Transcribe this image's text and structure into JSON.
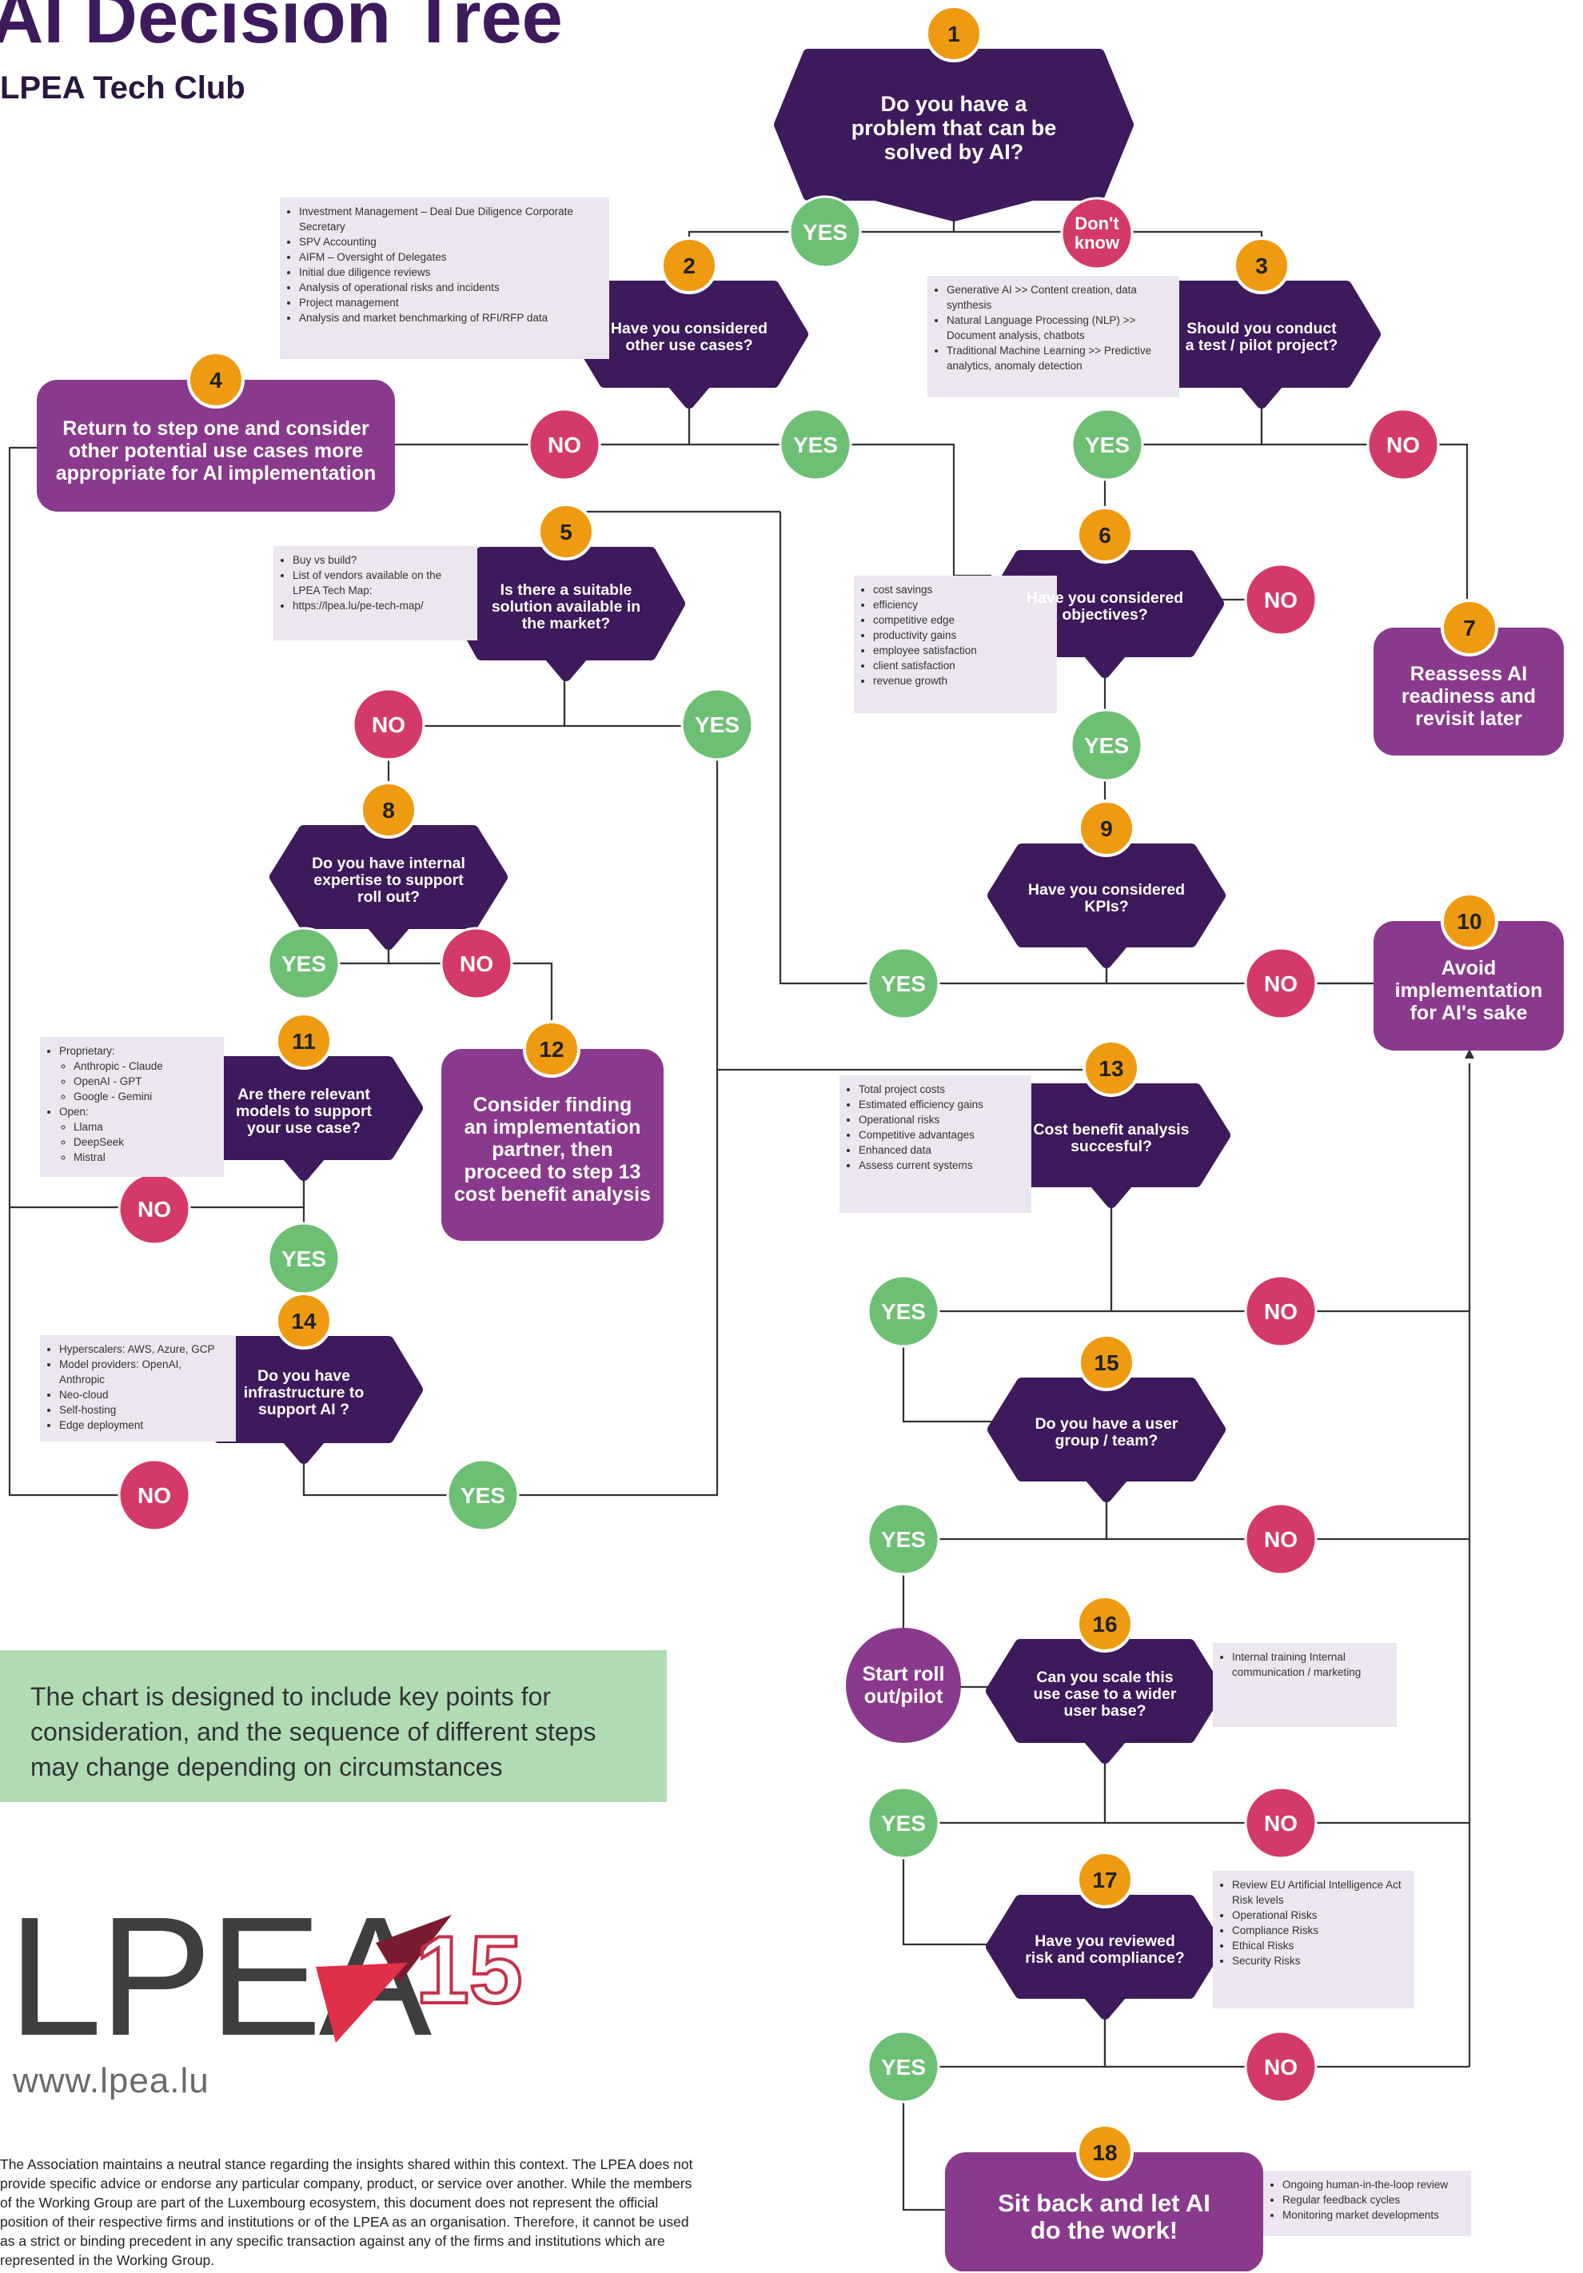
{
  "header": {
    "title": "AI Decision Tree",
    "subtitle": "LPEA Tech Club"
  },
  "colors": {
    "question": "#3c1a5b",
    "box": "#8a3a8c",
    "badge": "#ee9b11",
    "yes": "#6dbf74",
    "no": "#d33a68",
    "line": "#333333",
    "note_bg": "#ebe6ef",
    "info_bg": "#b0dbb4"
  },
  "nodes": {
    "q1": {
      "num": "1",
      "text": [
        "Do you have a",
        "problem that can be",
        "solved by AI?"
      ]
    },
    "q2": {
      "num": "2",
      "text": [
        "Have you considered",
        "other use cases?"
      ]
    },
    "q3": {
      "num": "3",
      "text": [
        "Should you conduct",
        "a test / pilot project?"
      ]
    },
    "b4": {
      "num": "4",
      "text": [
        "Return to step one and consider",
        "other potential use cases more",
        "appropriate for AI implementation"
      ]
    },
    "q5": {
      "num": "5",
      "text": [
        "Is there a suitable",
        "solution available in",
        "the market?"
      ]
    },
    "q6": {
      "num": "6",
      "text": [
        "Have you considered",
        "objectives?"
      ]
    },
    "b7": {
      "num": "7",
      "text": [
        "Reassess AI",
        "readiness and",
        "revisit later"
      ]
    },
    "q8": {
      "num": "8",
      "text": [
        "Do you have internal",
        "expertise to support",
        "roll out?"
      ]
    },
    "q9": {
      "num": "9",
      "text": [
        "Have you considered",
        "KPIs?"
      ]
    },
    "b10": {
      "num": "10",
      "text": [
        "Avoid",
        "implementation",
        "for AI's sake"
      ]
    },
    "q11": {
      "num": "11",
      "text": [
        "Are there relevant",
        "models to support",
        "your use case?"
      ]
    },
    "b12": {
      "num": "12",
      "text": [
        "Consider finding",
        "an implementation",
        "partner, then",
        "proceed to step 13",
        "cost benefit analysis"
      ]
    },
    "q13": {
      "num": "13",
      "text": [
        "Cost benefit analysis",
        "succesful?"
      ]
    },
    "q14": {
      "num": "14",
      "text": [
        "Do you have",
        "infrastructure to",
        "support AI ?"
      ]
    },
    "q15": {
      "num": "15",
      "text": [
        "Do you have a user",
        "group / team?"
      ]
    },
    "q16": {
      "num": "16",
      "text": [
        "Can you scale this",
        "use case to a wider",
        "user base?"
      ]
    },
    "q17": {
      "num": "17",
      "text": [
        "Have you reviewed",
        "risk and compliance?"
      ]
    },
    "b18": {
      "num": "18",
      "text": [
        "Sit back and let AI",
        "do the work!"
      ]
    },
    "start": {
      "text": [
        "Start roll",
        "out/pilot"
      ]
    }
  },
  "answers": {
    "yes": "YES",
    "no": "NO",
    "dont_know": [
      "Don't",
      "know"
    ]
  },
  "notes": {
    "n2": [
      "Investment Management – Deal Due Diligence Corporate Secretary",
      "SPV Accounting",
      "AIFM – Oversight of Delegates",
      "Initial due diligence reviews",
      "Analysis of operational risks and incidents",
      "Project management",
      "Analysis and market benchmarking of RFI/RFP data"
    ],
    "n3": [
      "Generative AI  >> Content creation, data synthesis",
      "Natural Language Processing (NLP) >> Document analysis, chatbots",
      "Traditional Machine Learning  >> Predictive analytics, anomaly detection"
    ],
    "n5": [
      "Buy vs build?",
      "List of vendors available on the LPEA Tech Map:",
      "https://lpea.lu/pe-tech-map/"
    ],
    "n6": [
      "cost savings",
      "efficiency",
      "competitive edge",
      "productivity gains",
      "employee satisfaction",
      "client satisfaction",
      "revenue growth"
    ],
    "n11": {
      "proprietary": "Proprietary:",
      "proprietary_items": [
        "Anthropic - Claude",
        "OpenAI - GPT",
        "Google - Gemini"
      ],
      "open": "Open:",
      "open_items": [
        "Llama",
        "DeepSeek",
        "Mistral"
      ]
    },
    "n13": [
      "Total project costs",
      "Estimated efficiency gains",
      "Operational risks",
      "Competitive advantages",
      "Enhanced data",
      "Assess current systems"
    ],
    "n14": [
      "Hyperscalers: AWS, Azure, GCP",
      "Model providers: OpenAI, Anthropic",
      "Neo-cloud",
      "Self-hosting",
      "Edge deployment"
    ],
    "n16": [
      "Internal training Internal communication / marketing"
    ],
    "n17": [
      "Review EU Artificial Intelligence Act Risk levels",
      "Operational Risks",
      "Compliance Risks",
      "Ethical Risks",
      "Security Risks"
    ],
    "n18": [
      "Ongoing human-in-the-loop review",
      "Regular feedback cycles",
      "Monitoring market developments"
    ]
  },
  "info_box": [
    "The chart is designed to include key points for",
    "consideration, and the sequence of different steps",
    "may change depending on circumstances"
  ],
  "logo": {
    "text": "LPEA",
    "anniversary": "15",
    "url": "www.lpea.lu"
  },
  "disclaimer": "The Association maintains a neutral stance regarding the insights shared within this context. The LPEA does not provide specific advice or endorse any particular company, product, or service over another. While the members of the Working Group are part of the Luxembourg ecosystem, this document does not represent the official position of their respective firms and institutions or of the LPEA as an organisation. Therefore, it cannot be used as a strict or binding precedent in any specific transaction against any of the firms and institutions which are represented in the Working Group."
}
